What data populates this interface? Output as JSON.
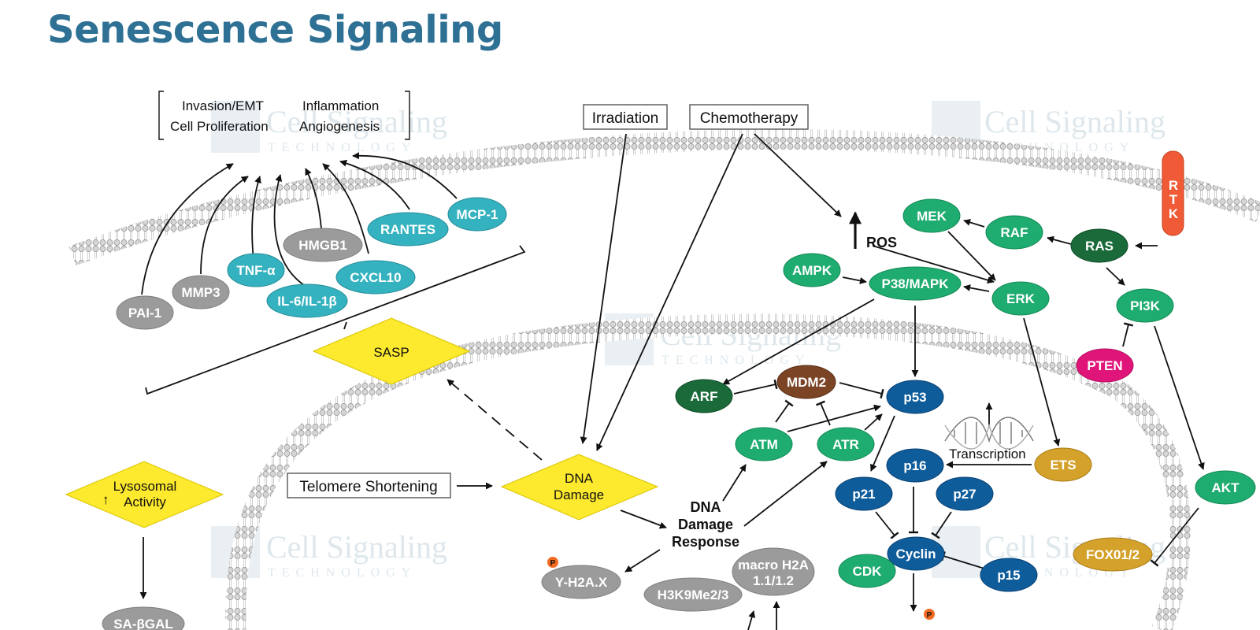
{
  "title": "Senescence Signaling",
  "watermark": {
    "line1": "Cell Signaling",
    "line2": "TECHNOLOGY"
  },
  "colors": {
    "title": "#2f7194",
    "gray": "#9b9b9b",
    "teal": "#35b2bf",
    "green": "#1fac70",
    "dark_green": "#1a6a3a",
    "blue": "#0f5c9b",
    "brown": "#7a4425",
    "gold": "#d4a12b",
    "magenta": "#e0157a",
    "yellow": "#fde92d",
    "rtk": "#f15a36",
    "phospho": "#f26a21"
  },
  "outcomes": {
    "invasion": "Invasion/EMT",
    "inflammation": "Inflammation",
    "proliferation": "Cell Proliferation",
    "angiogenesis": "Angiogenesis"
  },
  "stimuli": {
    "irradiation": "Irradiation",
    "chemotherapy": "Chemotherapy",
    "telomere": "Telomere Shortening"
  },
  "diamonds": {
    "sasp": "SASP",
    "dna_damage_1": "DNA",
    "dna_damage_2": "Damage",
    "lysosomal_1": "Lysosomal",
    "lysosomal_2": "Activity"
  },
  "labels": {
    "ros": "ROS",
    "ddr_1": "DNA",
    "ddr_2": "Damage",
    "ddr_3": "Response",
    "transcription": "Transcription",
    "rtk": [
      "R",
      "T",
      "K"
    ],
    "phospho": "P",
    "lysosomal_arrow": "↑"
  },
  "nodes": {
    "pai1": "PAI-1",
    "mmp3": "MMP3",
    "tnfa": "TNF-α",
    "il6": "IL-6/IL-1β",
    "hmgb1": "HMGB1",
    "cxcl10": "CXCL10",
    "rantes": "RANTES",
    "mcp1": "MCP-1",
    "mek": "MEK",
    "raf": "RAF",
    "ras": "RAS",
    "ampk": "AMPK",
    "p38": "P38/MAPK",
    "erk": "ERK",
    "pi3k": "PI3K",
    "pten": "PTEN",
    "arf": "ARF",
    "mdm2": "MDM2",
    "p53": "p53",
    "atm": "ATM",
    "atr": "ATR",
    "p16": "p16",
    "p21": "p21",
    "p27": "p27",
    "ets": "ETS",
    "cyclin": "Cyclin",
    "cdk": "CDK",
    "p15": "p15",
    "akt": "AKT",
    "foxo": "FOX01/2",
    "yh2ax": "Y-H2A.X",
    "macroh2a_1": "macro H2A",
    "macroh2a_2": "1.1/1.2",
    "h3k9": "H3K9Me2/3",
    "sa_bgal": "SA-βGAL"
  }
}
